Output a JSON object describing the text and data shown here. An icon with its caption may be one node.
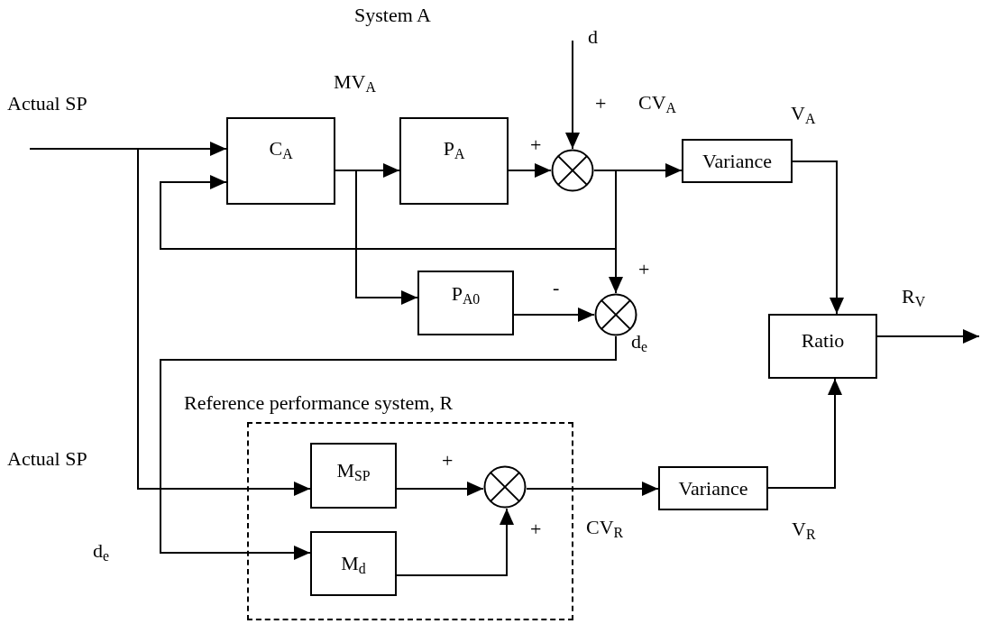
{
  "diagram": {
    "nodes": [
      {
        "text": [
          "C$_{A}$"
        ]
      },
      {
        "text": [
          "P$_{A}$"
        ]
      },
      {
        "text": [],
        "shape": "circle"
      },
      {
        "text": [
          "Variance"
        ]
      },
      {
        "text": [
          "P$_{A0}$"
        ]
      },
      {
        "text": [],
        "shape": "circle"
      },
      {
        "text": [
          "Ratio"
        ]
      },
      {
        "text": [
          "Reference performance system, R"
        ]
      },
      {
        "text": [
          "M$_{SP}$"
        ],
        "in": 7
      },
      {
        "text": [
          "M$_{d}$"
        ],
        "in": 7
      },
      {
        "text": [],
        "shape": "circle",
        "in": 7
      },
      {
        "text": [
          "Variance"
        ]
      }
    ],
    "edges": [
      {
        "from": null,
        "to": 0,
        "arrow": "to"
      },
      {
        "from": null,
        "to": 8,
        "arrow": "to"
      },
      {
        "from": 0,
        "to": 1,
        "arrow": "to"
      },
      {
        "from": 1,
        "to": 2,
        "arrow": "to"
      },
      {
        "from": null,
        "to": 2,
        "arrow": "to"
      },
      {
        "from": 2,
        "to": 3,
        "arrow": "to"
      },
      {
        "from": 2,
        "to": 0,
        "arrow": "to"
      },
      {
        "from": 2,
        "to": 5,
        "arrow": "to"
      },
      {
        "from": 0,
        "to": 4,
        "arrow": "to"
      },
      {
        "from": 4,
        "to": 5,
        "arrow": "to"
      },
      {
        "from": 5,
        "to": 9,
        "arrow": "to"
      },
      {
        "from": 3,
        "to": 6,
        "arrow": "to"
      },
      {
        "from": 6,
        "to": null,
        "arrow": "to"
      },
      {
        "from": 8,
        "to": 10,
        "arrow": "to"
      },
      {
        "from": 9,
        "to": 10,
        "arrow": "to"
      },
      {
        "from": 10,
        "to": 11,
        "arrow": "to"
      },
      {
        "from": 11,
        "to": 6,
        "arrow": "to"
      }
    ],
    "labels": [
      "System A",
      "d",
      "MV$_{A}$",
      "Actual SP",
      "+",
      "CV$_{A}$",
      "V$_{A}$",
      "+",
      "+",
      "-",
      "R$_{V}$",
      "d$_{e}$",
      "Actual SP",
      "+",
      "+",
      "CV$_{R}$",
      "V$_{R}$",
      "d$_{e}$"
    ]
  }
}
